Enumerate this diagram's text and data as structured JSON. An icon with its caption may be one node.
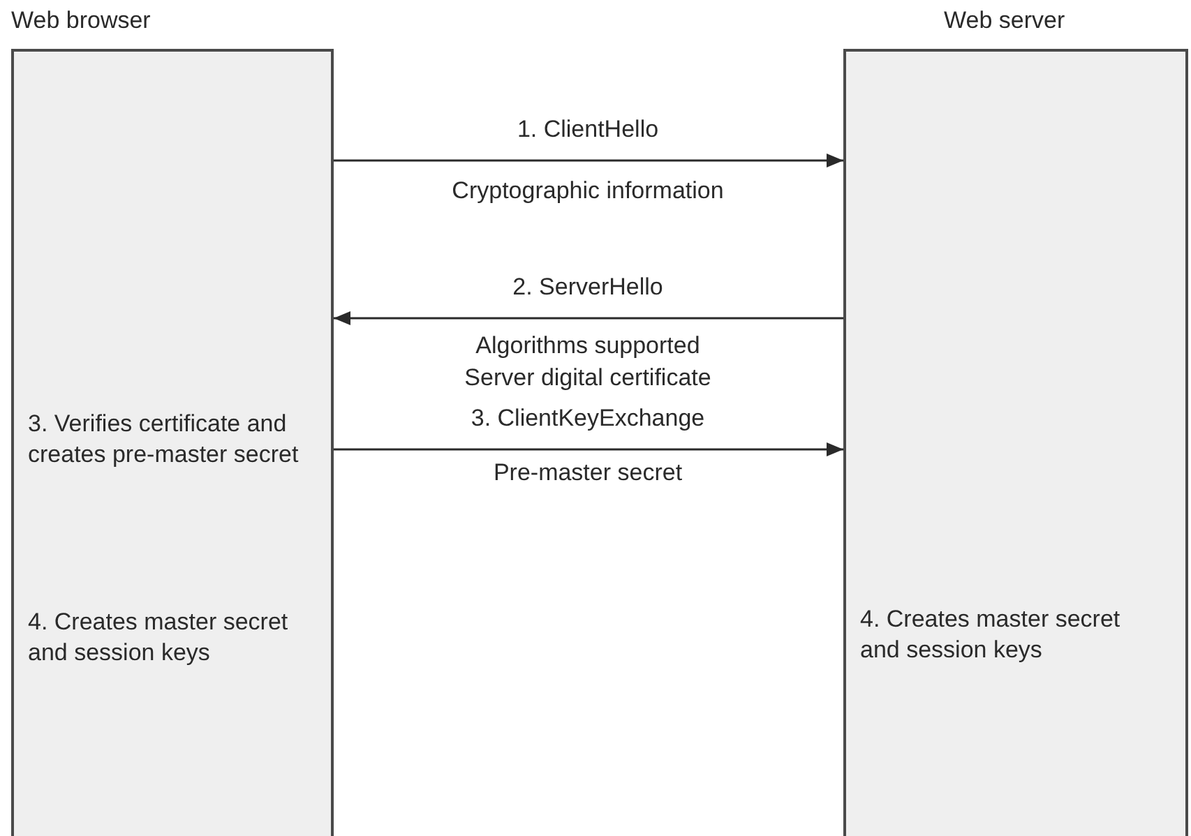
{
  "diagram": {
    "nodes": [
      {
        "text": [
          "Web browser",
          "3. Verifies certificate and creates pre-master secret",
          "4. Creates master secret and session keys"
        ]
      },
      {
        "text": [
          "Web server",
          "4. Creates master secret and session keys"
        ]
      }
    ],
    "edges": [
      {
        "from": 0,
        "to": 1,
        "arrow": "to",
        "label": "1. ClientHello"
      },
      {
        "from": 1,
        "to": 0,
        "arrow": "to",
        "label": "2. ServerHello"
      },
      {
        "from": 0,
        "to": 1,
        "arrow": "to",
        "label": "3. ClientKeyExchange"
      }
    ],
    "labels": [
      "Cryptographic information",
      "Algorithms supported Server digital certificate",
      "Pre-master secret"
    ]
  }
}
